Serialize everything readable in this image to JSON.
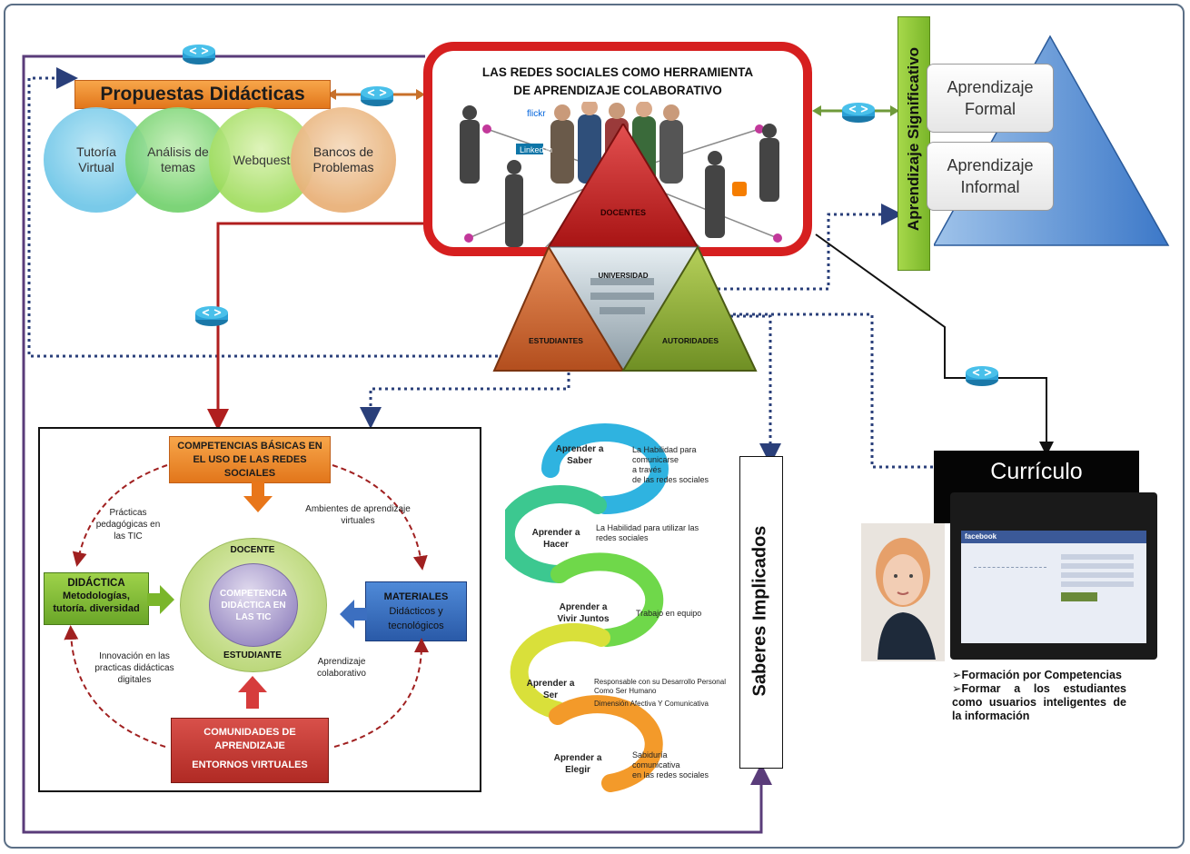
{
  "title": {
    "line1": "LAS REDES SOCIALES COMO HERRAMIENTA",
    "line2": "DE APRENDIZAJE COLABORATIVO"
  },
  "propuestas": {
    "header": "Propuestas Didácticas",
    "items": [
      {
        "label": "Tutoría Virtual",
        "color": "#6ec6e8"
      },
      {
        "label": "Análisis de temas",
        "color": "#6fd06a"
      },
      {
        "label": "Webquest",
        "color": "#9fdc5c"
      },
      {
        "label": "Bancos de Problemas",
        "color": "#e9b27a"
      }
    ]
  },
  "triangles": {
    "docentes": "DOCENTES",
    "universidad": "UNIVERSIDAD",
    "estudiantes": "ESTUDIANTES",
    "autoridades": "AUTORIDADES"
  },
  "photo_logos": {
    "linkedin": "Linked in",
    "flickr": "flickr"
  },
  "aprendizaje": {
    "vertical": "Aprendizaje Significativo",
    "formal": "Aprendizaje Formal",
    "informal": "Aprendizaje Informal"
  },
  "competencias": {
    "top": "COMPETENCIAS BÁSICAS EN EL USO DE LAS REDES SOCIALES",
    "left_title": "DIDÁCTICA",
    "left_sub": "Metodologías, tutoría. diversidad",
    "right_title": "MATERIALES",
    "right_sub": "Didácticos y tecnológicos",
    "bottom_line1": "COMUNIDADES DE APRENDIZAJE",
    "bottom_line2": "ENTORNOS VIRTUALES",
    "circle_top": "DOCENTE",
    "circle_center": "COMPETENCIA DIDÁCTICA EN LAS TIC",
    "circle_bottom": "ESTUDIANTE",
    "note_tl": "Prácticas pedagógicas en las TIC",
    "note_tr": "Ambientes de aprendizaje virtuales",
    "note_bl": "Innovación en las practicas didácticas digitales",
    "note_br": "Aprendizaje colaborativo"
  },
  "saberes": {
    "vertical": "Saberes Implicados",
    "steps": [
      {
        "label": "Aprender a Saber",
        "color": "#2fb3e0",
        "desc": [
          "La Habilidad  para comunicarse",
          "a través",
          "de las redes sociales"
        ]
      },
      {
        "label": "Aprender a Hacer",
        "color": "#3cc890",
        "desc": [
          "La Habilidad para utilizar las redes sociales"
        ]
      },
      {
        "label": "Aprender a Vivir Juntos",
        "color": "#6fd84a",
        "desc": [
          "Trabajo en equipo"
        ]
      },
      {
        "label": "Aprender a Ser",
        "color": "#d9e03a",
        "desc": [
          "Responsable con su Desarrollo Personal Como Ser Humano",
          "Dimensión Afectiva Y Comunicativa"
        ]
      },
      {
        "label": "Aprender a Elegir",
        "color": "#f39a2a",
        "desc": [
          "Sabiduría comunicativa",
          "en las redes sociales"
        ]
      }
    ]
  },
  "curriculo": {
    "title": "Currículo universitario",
    "bullet1": "Formación por Competencias",
    "bullet2": "Formar a los estudiantes como usuarios inteligentes de la información",
    "screen_brand": "facebook"
  }
}
